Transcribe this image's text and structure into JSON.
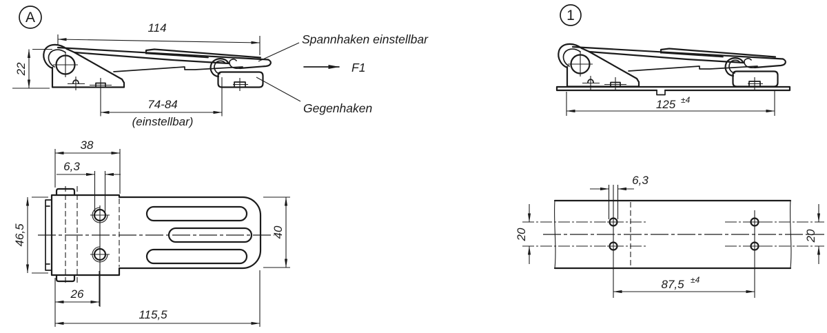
{
  "drawing": {
    "colors": {
      "line": "#1b1b1b",
      "background": "#ffffff"
    },
    "view_a": {
      "badge": "A",
      "dim_length_top": "114",
      "dim_height": "22",
      "dim_adjust_range": "74-84",
      "dim_adjust_note": "(einstellbar)",
      "label_spannhaken": "Spannhaken einstellbar",
      "label_force": "F1",
      "label_gegenhaken": "Gegenhaken"
    },
    "view_top": {
      "dim_38": "38",
      "dim_hole_dia": "6,3",
      "dim_46_5": "46,5",
      "dim_40": "40",
      "dim_26": "26",
      "dim_total": "115,5"
    },
    "view_one": {
      "badge": "1",
      "dim_125": "125",
      "dim_125_tol": "±4"
    },
    "view_plate": {
      "dim_hole_dia": "6,3",
      "dim_20_left": "20",
      "dim_20_right": "20",
      "dim_87_5": "87,5",
      "dim_87_5_tol": "±4"
    }
  }
}
